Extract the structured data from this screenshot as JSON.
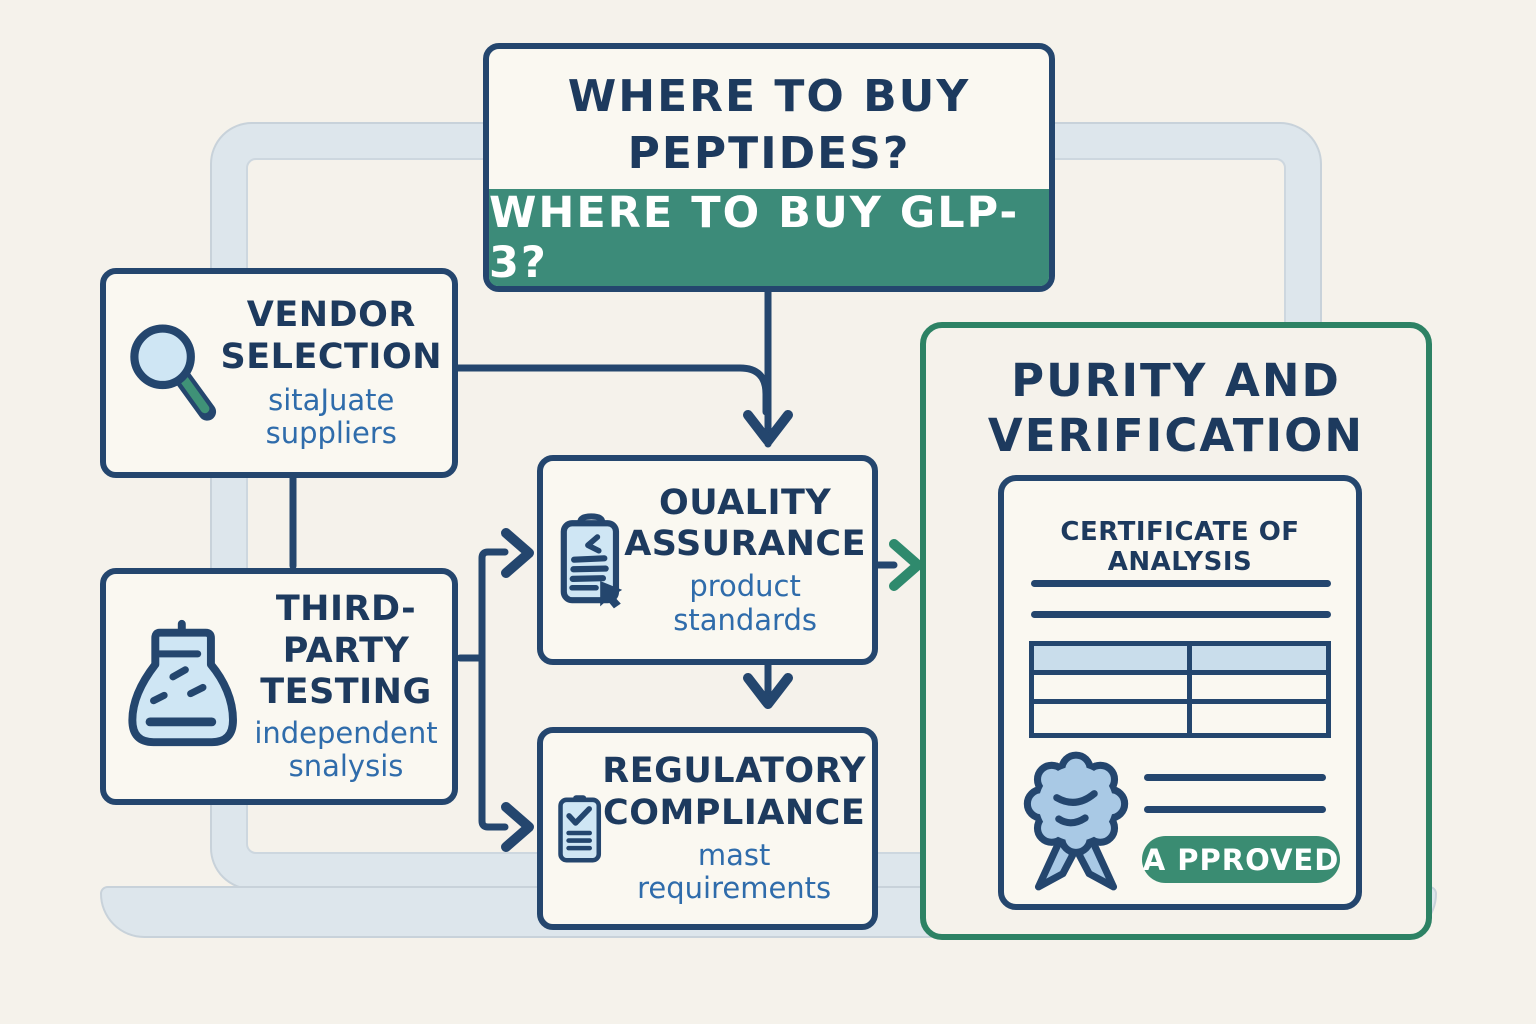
{
  "header": {
    "title_line1": "WHERE TO BUY",
    "title_line2": "PEPTIDES?",
    "banner": "WHERE TO BUY GLP-3?"
  },
  "vendor": {
    "title_line1": "VENDOR",
    "title_line2": "SELECTION",
    "subtitle_line1": "sitaJuate",
    "subtitle_line2": "suppliers",
    "icon": "magnifier-icon"
  },
  "third_party": {
    "title_line1": "THIRD-",
    "title_line2": "PARTY",
    "title_line3": "TESTING",
    "subtitle_line1": "independent",
    "subtitle_line2": "snalysis",
    "icon": "flask-icon"
  },
  "quality": {
    "title_line1": "OUALITY",
    "title_line2": "ASSURANCE",
    "subtitle_line1": "product",
    "subtitle_line2": "standards",
    "icon": "clipboard-cursor-icon"
  },
  "regulatory": {
    "title_line1": "REGULATORY",
    "title_line2": "COMPLIANCE",
    "subtitle_line1": "mast",
    "subtitle_line2": "requirements",
    "icon": "clipboard-check-icon"
  },
  "purity": {
    "title_line1": "PURITY AND",
    "title_line2": "VERIFICATION",
    "certificate_title": "CERTIFICATE OF ANALYSIS",
    "approved_label": "A PPROVED",
    "table_rows": 3,
    "table_cols": 2,
    "icon": "ribbon-icon"
  },
  "colors": {
    "background": "#f5f2eb",
    "navy": "#24466e",
    "text_navy": "#1d3a5e",
    "subtitle_blue": "#2f6cab",
    "banner_green": "#3c8b79",
    "panel_border_green": "#2d8264",
    "approved_green": "#3a8c72",
    "icon_light_blue": "#cfe6f4",
    "table_header_blue": "#c9ddeb",
    "ribbon_blue": "#a9c9e5",
    "laptop_gray": "#dde6ec"
  }
}
